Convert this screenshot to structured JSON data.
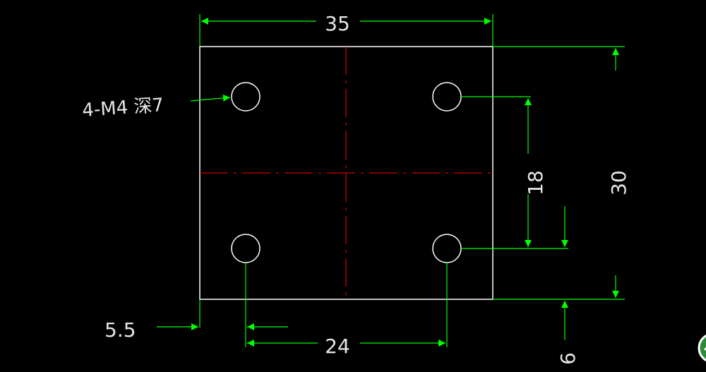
{
  "colors": {
    "background": "#000000",
    "outline": "#ffffff",
    "dimension": "#00ff00",
    "centerline": "#ff0000",
    "text": "#e6e6e6"
  },
  "labels": {
    "width": "35",
    "hole_spacing_x": "24",
    "hole_spacing_y": "18",
    "height": "30",
    "edge_offset_x": "5.5",
    "edge_offset_y": "6",
    "hole_note": "4-M4 深7"
  },
  "icons": {
    "corner": "green-circle-logo-icon"
  }
}
